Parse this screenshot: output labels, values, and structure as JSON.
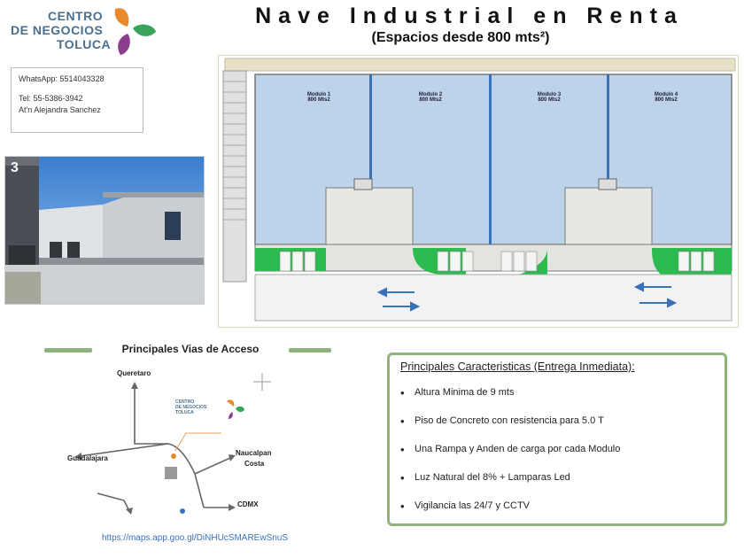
{
  "logo": {
    "line1": "CENTRO",
    "line2": "DE NEGOCIOS",
    "line3": "TOLUCA"
  },
  "header": {
    "title": "Nave Industrial en Renta",
    "subtitle": "(Espacios desde 800 mts²)"
  },
  "contact": {
    "whatsapp": "WhatsApp: 5514043328",
    "tel": "Tel: 55-5386-3942",
    "attn": "At'n Alejandra Sanchez"
  },
  "photo": {
    "building_number": "3"
  },
  "plan": {
    "modules": [
      {
        "name": "Modulo 1",
        "area": "800 Mts2"
      },
      {
        "name": "Modulo 2",
        "area": "800 Mts2"
      },
      {
        "name": "Modulo 3",
        "area": "800 Mts2"
      },
      {
        "name": "Modulo 4",
        "area": "800 Mts2"
      }
    ]
  },
  "access": {
    "title": "Principales Vias de Acceso",
    "places": {
      "queretaro": "Queretaro",
      "guadalajara": "Guadalajara",
      "naucalpan_1": "Naucalpan",
      "naucalpan_2": "Costa",
      "cdmx": "CDMX"
    },
    "link": "https://maps.app.goo.gl/DiNHUcSMAREwSnuS"
  },
  "features": {
    "title": "Principales Caracteristicas (Entrega Inmediata):",
    "items": [
      "Altura Minima de 9 mts",
      "Piso de Concreto con resistencia para 5.0 T",
      "Una Rampa y Anden de carga por cada Modulo",
      "Luz Natural del 8% + Lamparas Led",
      "Vigilancia las 24/7 y CCTV"
    ]
  },
  "colors": {
    "logo_text": "#4a6f8e",
    "logo_orange": "#e8892b",
    "logo_green": "#3aa55a",
    "logo_purple": "#8a3d8c",
    "plan_module_fill": "#bcd3ea",
    "plan_green": "#2dbb4f",
    "accent_green": "#8fb37c",
    "link_blue": "#3b6fc4"
  }
}
